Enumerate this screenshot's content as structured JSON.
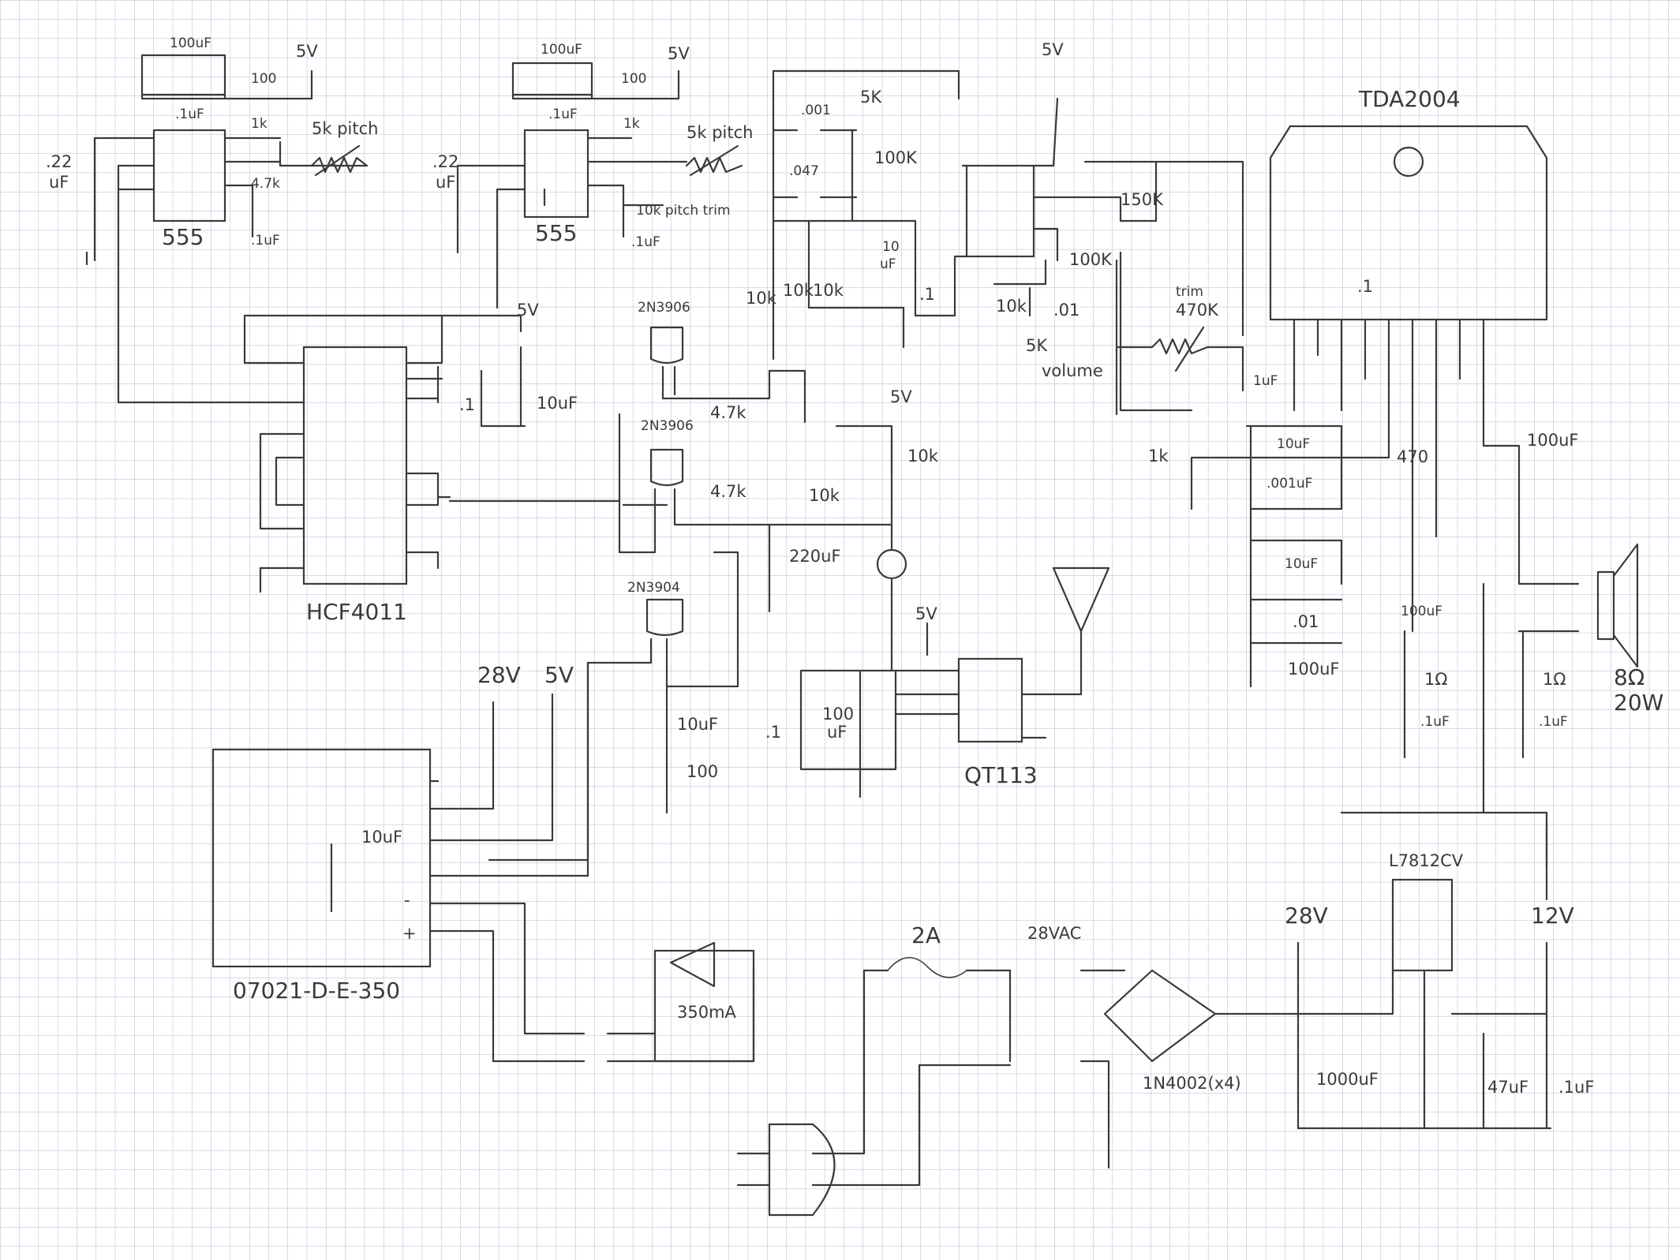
{
  "components": {
    "timer1": {
      "name": "555",
      "c_timing": ".22",
      "c_timing_unit": "uF",
      "c_top": "100uF",
      "c_dec": ".1uF",
      "r_top": "100",
      "r1": "1k",
      "r2": "4.7k",
      "pot": "5k pitch",
      "c_out": ".1uF",
      "supply": "5V"
    },
    "timer2": {
      "name": "555",
      "c_timing": ".22",
      "c_timing_unit": "uF",
      "c_top": "100uF",
      "c_dec": ".1uF",
      "r_top": "100",
      "r1": "1k",
      "pot": "5k pitch",
      "trim": "10k pitch trim",
      "c_out": ".1uF",
      "supply": "5V"
    },
    "gate": {
      "name": "HCF4011",
      "supply": "5V",
      "c1": ".1",
      "c2": "10uF"
    },
    "trans1": {
      "name": "2N3906",
      "r": "4.7k"
    },
    "trans2": {
      "name": "2N3906",
      "r1": "4.7k",
      "r2": "10k",
      "c": "220uF"
    },
    "trans3": {
      "name": "2N3904",
      "c": "10uF",
      "r": "100"
    },
    "led_stage": {
      "supply": "5V",
      "r": "10k"
    },
    "mixer": {
      "pot": "5K",
      "c1": ".001",
      "c2": ".047",
      "r100": "100K",
      "r_a": "10k",
      "r_b": "10k",
      "r_c": "10k",
      "c10": "10",
      "c10_unit": "uF",
      "c01": ".1",
      "supply": "5V",
      "r150": "150K",
      "r100b": "100K",
      "r10k": "10k",
      "c_01": ".01"
    },
    "volume": {
      "pot": "5K",
      "label": "volume",
      "trim": "trim",
      "trim_val": "470K",
      "c_out": "1uF"
    },
    "amp": {
      "name": "TDA2004",
      "c1": ".1",
      "c2": "100uF",
      "c3": "10uF",
      "c4": ".001uF",
      "r470": "470",
      "r1k": "1k",
      "c5": "10uF",
      "c6": ".01",
      "c7": "100uF",
      "c8": "100uF",
      "r_z1": "1Ω",
      "c_z1": ".1uF",
      "r_z2": "1Ω",
      "c_z2": ".1uF",
      "speaker": "8Ω",
      "speaker_w": "20W"
    },
    "sensor": {
      "name": "QT113",
      "supply": "5V",
      "c1": ".1",
      "c2": "100",
      "c2_unit": "uF"
    },
    "driver": {
      "name": "07021-D-E-350",
      "c": "10uF",
      "minus": "-",
      "plus": "+"
    },
    "rails": {
      "v28": "28V",
      "v5": "5V",
      "v12": "12V"
    },
    "led_power": {
      "label": "350mA"
    },
    "psu": {
      "fuse": "2A",
      "trans": "28VAC",
      "diodes": "1N4002(x4)",
      "c_bulk": "1000uF",
      "reg": "L7812CV",
      "rail": "28V",
      "c47": "47uF",
      "c01": ".1uF",
      "out": "12V"
    }
  }
}
